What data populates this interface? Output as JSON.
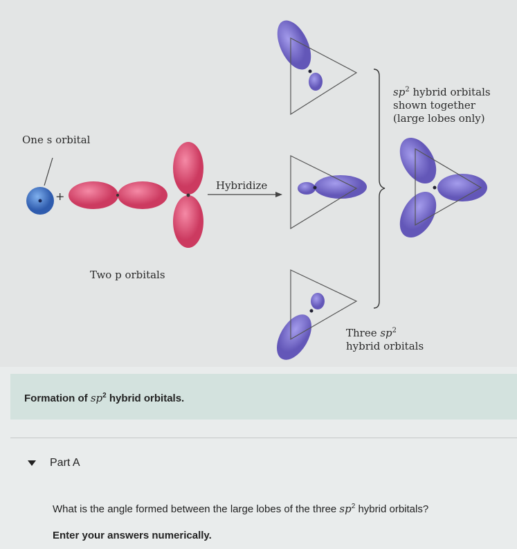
{
  "figure": {
    "s_label": "One s orbital",
    "p_label": "Two p orbitals",
    "plus": "+",
    "hybridize": "Hybridize",
    "together_label": {
      "prefix": "sp",
      "sup": "2",
      "line1": " hybrid orbitals",
      "line2": "shown together",
      "line3": "(large lobes only)"
    },
    "three_label": {
      "line1": "Three ",
      "prefix": "sp",
      "sup": "2",
      "line2": "hybrid orbitals"
    },
    "colors": {
      "s": "#3f6fc0",
      "p": "#d8466c",
      "hybrid": "#7a6fc8"
    }
  },
  "caption": {
    "prefix": "Formation of ",
    "math": "sp",
    "sup": "2",
    "suffix": " hybrid orbitals."
  },
  "part": {
    "label": "Part A"
  },
  "question": {
    "prefix": "What is the angle formed between the large lobes of the three ",
    "math": "sp",
    "sup": "2",
    "suffix": " hybrid orbitals?"
  },
  "instruction": "Enter your answers numerically."
}
